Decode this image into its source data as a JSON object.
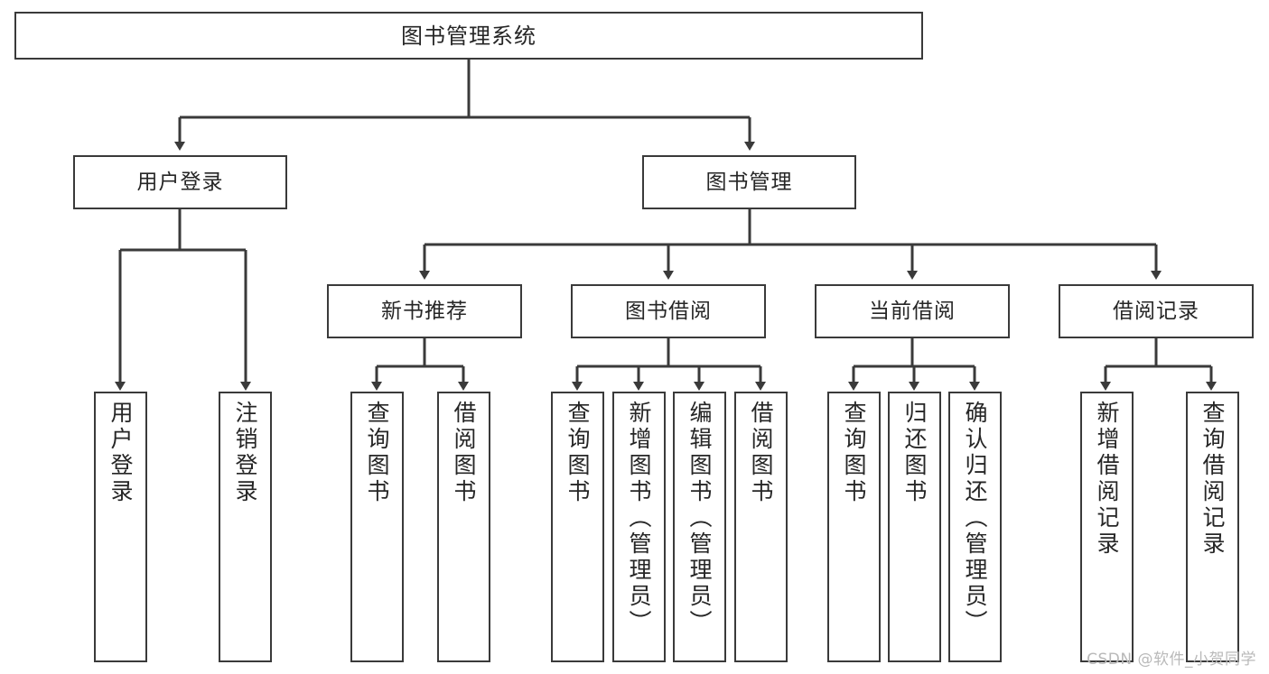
{
  "diagram": {
    "title": "图书管理系统",
    "type": "tree-hierarchy",
    "watermark": "CSDN @软件_小贺同学",
    "colors": {
      "stroke": "#3a3a3a",
      "fill": "#ffffff",
      "text": "#262626",
      "watermark": "#b9b9b9"
    },
    "nodes": {
      "root": {
        "label": "图书管理系统"
      },
      "level2": [
        {
          "label": "用户登录"
        },
        {
          "label": "图书管理"
        }
      ],
      "level3": [
        {
          "label": "新书推荐"
        },
        {
          "label": "图书借阅"
        },
        {
          "label": "当前借阅"
        },
        {
          "label": "借阅记录"
        }
      ],
      "leaves": {
        "user_login": [
          {
            "label": "用户登录"
          },
          {
            "label": "注销登录"
          }
        ],
        "new_book_recommend": [
          {
            "label": "查询图书"
          },
          {
            "label": "借阅图书"
          }
        ],
        "book_borrow": [
          {
            "label": "查询图书"
          },
          {
            "label": "新增图书（管理员）"
          },
          {
            "label": "编辑图书（管理员）"
          },
          {
            "label": "借阅图书"
          }
        ],
        "current_borrow": [
          {
            "label": "查询图书"
          },
          {
            "label": "归还图书"
          },
          {
            "label": "确认归还（管理员）"
          }
        ],
        "borrow_record": [
          {
            "label": "新增借阅记录"
          },
          {
            "label": "查询借阅记录"
          }
        ]
      }
    }
  }
}
